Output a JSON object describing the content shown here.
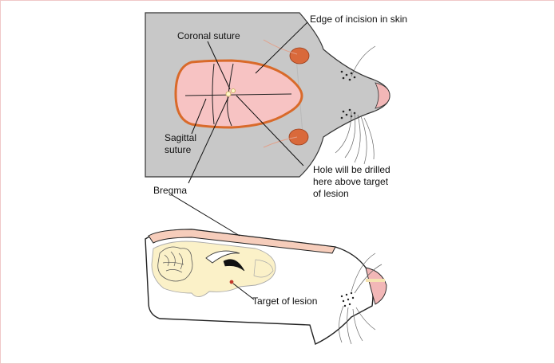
{
  "colors": {
    "skin": "#c8c8c8",
    "incision_border": "#d96a2a",
    "exposed_skull": "#f7c3c3",
    "ear": "#d9693b",
    "nose": "#f2b7b7",
    "brain": "#fbf1c8",
    "bone": "#f6cdbb",
    "line": "#222222"
  },
  "labels": {
    "edge_of_incision": "Edge of incision in skin",
    "coronal_suture": "Coronal suture",
    "sagittal_suture_1": "Sagittal",
    "sagittal_suture_2": "suture",
    "bregma": "Bregma",
    "hole_1": "Hole will be drilled",
    "hole_2": "here above target",
    "hole_3": "of lesion",
    "target_of_lesion": "Target of lesion"
  }
}
